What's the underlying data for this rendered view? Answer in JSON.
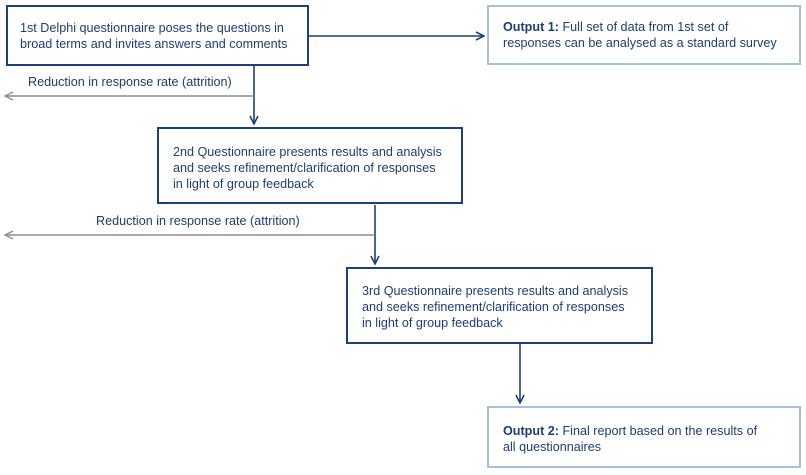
{
  "diagram": {
    "box1": {
      "lines": [
        "1st Delphi questionnaire poses the questions in",
        "broad terms and invites answers and comments"
      ]
    },
    "output1": {
      "title": "Output 1:",
      "text_first": "Full set of data from 1st set of",
      "text_second": "responses can be analysed as a standard survey"
    },
    "attrition_label_1": "Reduction in response rate (attrition)",
    "box2": {
      "lines": [
        "2nd Questionnaire presents results and analysis",
        "and seeks refinement/clarification of responses",
        "in light of group feedback"
      ]
    },
    "attrition_label_2": "Reduction in response rate (attrition)",
    "box3": {
      "lines": [
        "3rd Questionnaire presents results and analysis",
        "and seeks refinement/clarification of responses",
        "in light of group feedback"
      ]
    },
    "output2": {
      "title": "Output 2:",
      "text_first": "Final report based on the results of",
      "text_second": "all questionnaires"
    },
    "colors": {
      "dark_border": "#1f3f78",
      "light_border": "#a9bfdc",
      "arrow": "#1f3f78",
      "attrition_arrow": "#8e8e8e",
      "text": "#1f3d73"
    }
  }
}
